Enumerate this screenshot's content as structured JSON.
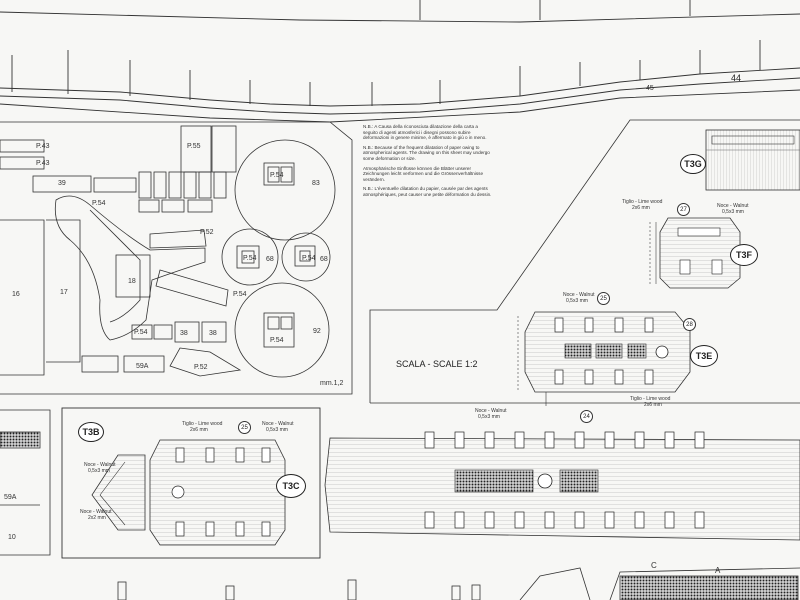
{
  "top_numbers": {
    "n44": "44",
    "n45": "45"
  },
  "parts": {
    "p43a": "P.43",
    "p43b": "P.43",
    "p39": "39",
    "p54a": "P.54",
    "p55": "P.55",
    "p54b": "P.54",
    "p83": "83",
    "p52a": "P.52",
    "p54c": "P.54",
    "p16": "16",
    "p17": "17",
    "p18": "18",
    "p54d": "P.54",
    "p68a": "68",
    "p68b": "68",
    "p54e": "P.54",
    "p54f": "P.54",
    "p54g": "P.54",
    "p92": "92",
    "p38a": "38",
    "p38b": "38",
    "p59a": "59A",
    "p52b": "P.52",
    "mm": "mm.1,2"
  },
  "notes": [
    "N.B.: A Causa della riconosciuta dilatazione della carta a seguito di agenti atmosferici i disegni possono subire deformazioni in genere minime, è affermato in giù o in meno.",
    "N.B.: Because of the frequent dilatation of paper owing to atmospherical agents. The drawing on this sheet may undergo some deformation or size.",
    "Atmosphärische Einflüsse können die Blätter unserer Zeichnungen leicht verformen und die Grössenverhältnisse verändern.",
    "N.B.: L'éventuelle dilatation du papier, causée par des agents atmosphériques, peut causer une petite déformation du dessin."
  ],
  "scale_label": "SCALA - SCALE 1:2",
  "badges": {
    "t3g": "T3G",
    "t3f": "T3F",
    "t3e": "T3E",
    "t3b": "T3B",
    "t3c": "T3C"
  },
  "part_numbers": {
    "n27": "27",
    "n25a": "25",
    "n25b": "25",
    "n24": "24",
    "n28": "28"
  },
  "materials": {
    "tiglio_t3f": "Tiglio - Lime wood",
    "tiglio_t3f_size": "2x6 mm",
    "walnut_t3f": "Noce - Walnut",
    "walnut_t3f_size": "0,5x3 mm",
    "walnut_t3e": "Noce - Walnut",
    "walnut_t3e_size": "0,5x3 mm",
    "tiglio_t3e": "Tiglio - Lime wood",
    "tiglio_t3e_size": "2x6 mm",
    "tiglio_t3c": "Tiglio - Lime wood",
    "tiglio_t3c_size": "2x6 mm",
    "walnut_t3c": "Noce - Walnut",
    "walnut_t3c_size": "0,5x3 mm",
    "walnut_t3b": "Noce - Walnut",
    "walnut_t3b_size": "0,5x3 mm",
    "walnut_t3b2": "Noce - Walnut",
    "walnut_t3b2_size": "2x2 mm",
    "walnut_main": "Noce - Walnut",
    "walnut_main_size": "0,5x3 mm"
  },
  "edge_labels": {
    "c": "C",
    "a": "A",
    "l59a": "59A",
    "l10": "10"
  }
}
